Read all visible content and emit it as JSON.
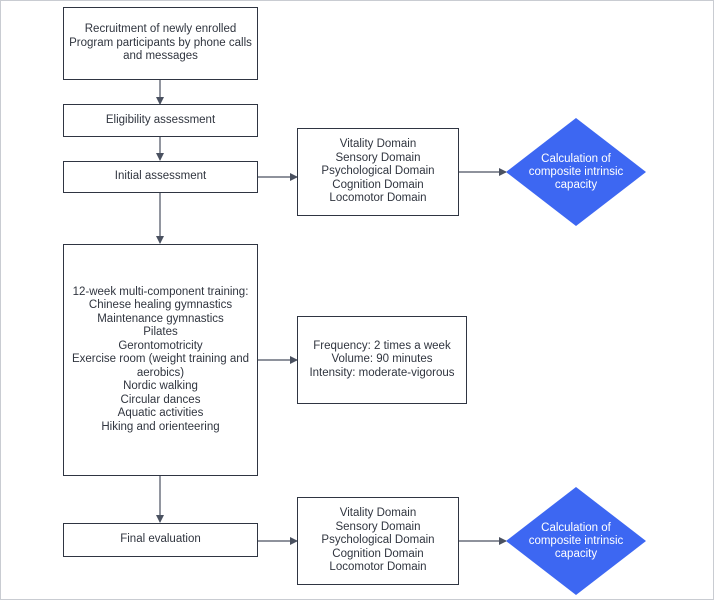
{
  "colors": {
    "border": "#2f3542",
    "text": "#30353f",
    "diamond_fill": "#3d67f2",
    "diamond_text": "#ffffff",
    "arrow": "#4a5160"
  },
  "recruitment": {
    "lines": [
      "Recruitment of newly enrolled",
      "Program participants by phone calls",
      "and messages"
    ]
  },
  "eligibility": {
    "label": "Eligibility assessment"
  },
  "initial": {
    "label": "Initial assessment"
  },
  "initial_domains": {
    "lines": [
      "Vitality Domain",
      "Sensory Domain",
      "Psychological Domain",
      "Cognition Domain",
      "Locomotor Domain"
    ]
  },
  "initial_calc": {
    "lines": [
      "Calculation of",
      "composite intrinsic",
      "capacity"
    ]
  },
  "training": {
    "lines": [
      "12-week multi-component training:",
      "Chinese healing gymnastics",
      "Maintenance gymnastics",
      "Pilates",
      "Gerontomotricity",
      "Exercise room (weight training and",
      "aerobics)",
      "Nordic walking",
      "Circular dances",
      "Aquatic activities",
      "Hiking and orienteering"
    ]
  },
  "training_params": {
    "lines": [
      "Frequency: 2 times a week",
      "Volume: 90 minutes",
      "Intensity: moderate-vigorous"
    ]
  },
  "final": {
    "label": "Final evaluation"
  },
  "final_domains": {
    "lines": [
      "Vitality Domain",
      "Sensory Domain",
      "Psychological Domain",
      "Cognition Domain",
      "Locomotor Domain"
    ]
  },
  "final_calc": {
    "lines": [
      "Calculation of",
      "composite intrinsic",
      "capacity"
    ]
  }
}
